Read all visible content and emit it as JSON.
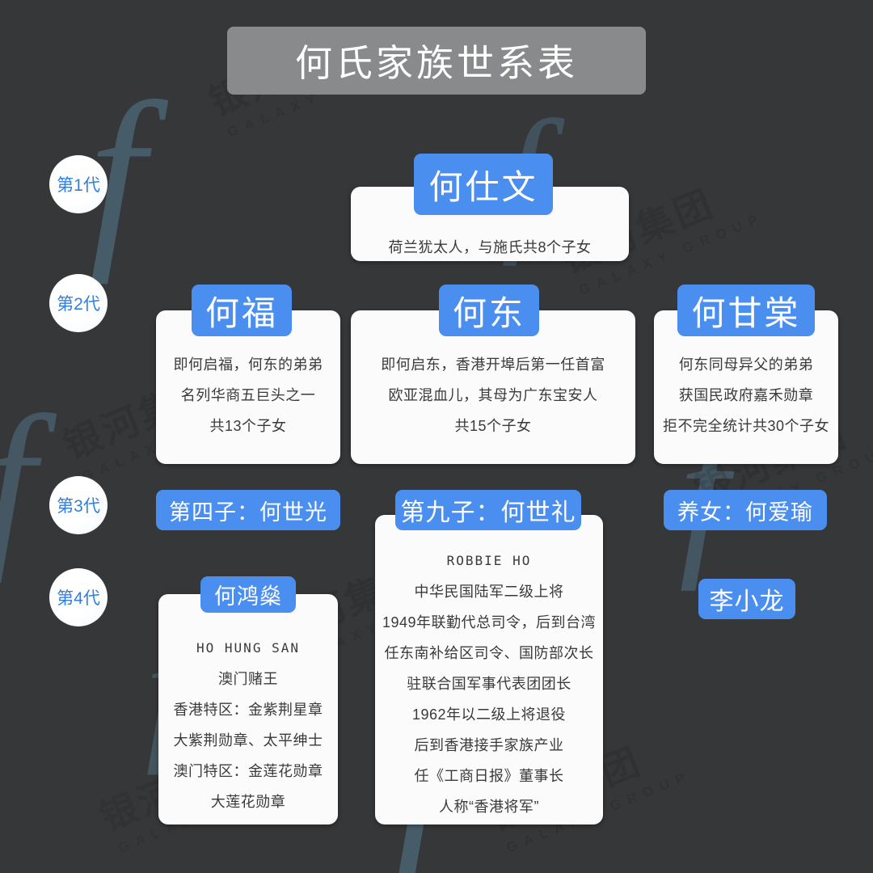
{
  "title": "何氏家族世系表",
  "generations": [
    {
      "label": "第1代"
    },
    {
      "label": "第2代"
    },
    {
      "label": "第3代"
    },
    {
      "label": "第4代"
    }
  ],
  "gen1": {
    "heshiwen": {
      "name": "何仕文",
      "lines": [
        "荷兰犹太人，与施氏共8个子女"
      ]
    }
  },
  "gen2": {
    "hefu": {
      "name": "何福",
      "lines": [
        "即何启福，何东的弟弟",
        "名列华商五巨头之一",
        "共13个子女"
      ]
    },
    "hedong": {
      "name": "何东",
      "lines": [
        "即何启东，香港开埠后第一任首富",
        "欧亚混血儿，其母为广东宝安人",
        "共15个子女"
      ]
    },
    "hegantang": {
      "name": "何甘棠",
      "lines": [
        "何东同母异父的弟弟",
        "获国民政府嘉禾勋章",
        "拒不完全统计共30个子女"
      ]
    }
  },
  "gen3": {
    "heshiguang": {
      "name": "第四子：何世光"
    },
    "heshili": {
      "name": "第九子：何世礼"
    },
    "heaiyu": {
      "name": "养女：何爱瑜"
    }
  },
  "gen4": {
    "hehongshen": {
      "name": "何鸿燊",
      "english": "HO HUNG SAN",
      "lines": [
        "澳门赌王",
        "香港特区：金紫荆星章",
        "大紫荆勋章、太平绅士",
        "澳门特区：金莲花勋章",
        "大莲花勋章"
      ]
    },
    "heshili": {
      "english": "ROBBIE HO",
      "lines": [
        "中华民国陆军二级上将",
        "1949年联勤代总司令，后到台湾",
        "任东南补给区司令、国防部次长",
        "驻联合国军事代表团团长",
        "1962年以二级上将退役",
        "后到香港接手家族产业",
        "任《工商日报》董事长",
        "人称“香港将军”"
      ]
    },
    "lixiaolong": {
      "name": "李小龙"
    }
  },
  "watermark": {
    "cn": "银河集团",
    "en": "GALAXY GROUP",
    "swoosh": "f"
  },
  "colors": {
    "background": "#353739",
    "badge_blue": "#4a8ff0",
    "title_banner": "#888a8b",
    "card_white": "#fbfbfb",
    "gen_label_blue": "#2f7fe0"
  }
}
